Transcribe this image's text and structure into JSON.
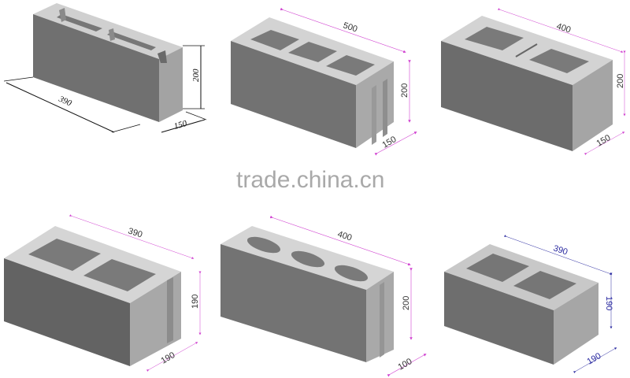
{
  "watermark": "trade.china.cn",
  "colors": {
    "background": "#ffffff",
    "front_face": "#6e6e6e",
    "side_face": "#a8a8a8",
    "top_face": "#d2d2d2",
    "hole_dark": "#5e5e5e",
    "hole_light": "#9a9a9a",
    "dimension_magenta": "#d040d0",
    "dimension_blue": "#2a2aa0",
    "dimension_black": "#111111",
    "watermark": "#a9a9a9"
  },
  "blocks": [
    {
      "id": "block-1",
      "holes": 2,
      "hole_shape": "u-slot",
      "length": "390",
      "height": "200",
      "width": "150",
      "dim_color": "black"
    },
    {
      "id": "block-2",
      "holes": 3,
      "hole_shape": "square",
      "length": "500",
      "height": "200",
      "width": "150",
      "dim_color": "magenta"
    },
    {
      "id": "block-3",
      "holes": 2,
      "hole_shape": "square-with-slot",
      "length": "400",
      "height": "200",
      "width": "150",
      "dim_color": "magenta"
    },
    {
      "id": "block-4",
      "holes": 2,
      "hole_shape": "square",
      "length": "390",
      "height": "190",
      "width": "190",
      "dim_color": "magenta"
    },
    {
      "id": "block-5",
      "holes": 3,
      "hole_shape": "oval",
      "length": "400",
      "height": "200",
      "width": "100",
      "dim_color": "magenta"
    },
    {
      "id": "block-6",
      "holes": 2,
      "hole_shape": "square",
      "length": "390",
      "height": "190",
      "width": "190",
      "dim_color": "blue"
    }
  ]
}
